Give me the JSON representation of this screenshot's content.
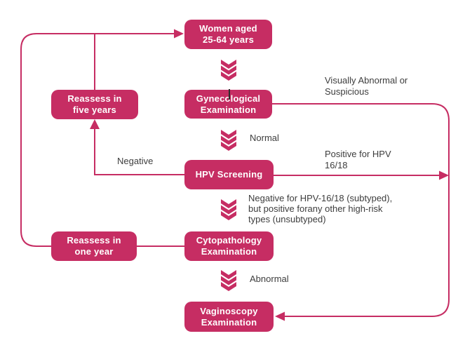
{
  "colors": {
    "accent": "#C62D63",
    "box_text": "#FFFFFF",
    "label_text": "#3D3D3D",
    "background": "#FFFFFF"
  },
  "nodes": {
    "women_aged": {
      "label": "Women aged\n25-64 years"
    },
    "reassess_five_years": {
      "label": "Reassess in\nfive years"
    },
    "gynecological_examination": {
      "label": "Gynecological\nExamination"
    },
    "hpv_screening": {
      "label": "HPV Screening"
    },
    "reassess_one_year": {
      "label": "Reassess in\none year"
    },
    "cytopathology_examination": {
      "label": "Cytopathology\nExamination"
    },
    "vaginoscopy_examination": {
      "label": "Vaginoscopy\nExamination"
    }
  },
  "edge_labels": {
    "visually_abnormal": "Visually Abnormal or\nSuspicious",
    "normal": "Normal",
    "negative": "Negative",
    "positive_hpv_16_18": "Positive for HPV\n16/18",
    "negative_hpv_subtyped": "Negative for HPV-16/18 (subtyped),\nbut positive forany other high-risk\ntypes (unsubtyped)",
    "abnormal": "Abnormal"
  },
  "icons": {
    "step_connector": "triple-chevron-down-icon"
  }
}
